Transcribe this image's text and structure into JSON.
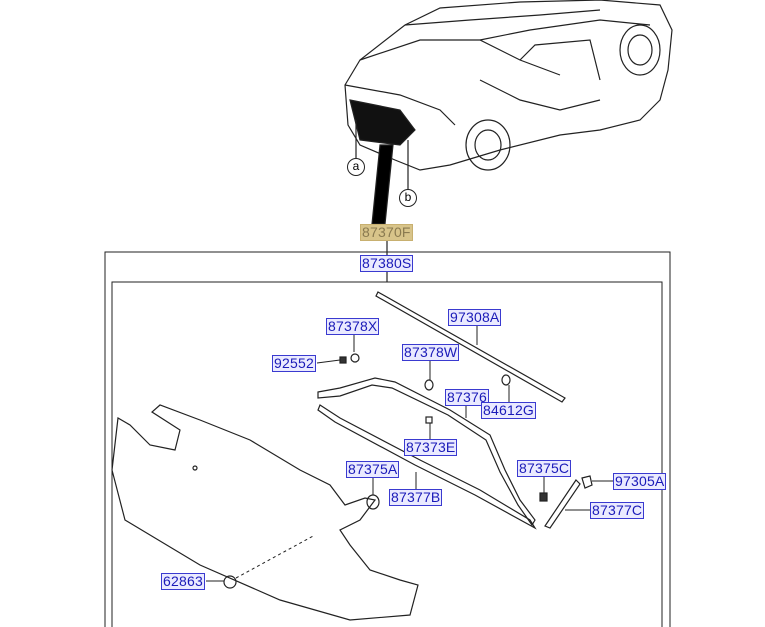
{
  "callouts": {
    "a": "a",
    "b": "b"
  },
  "parts": {
    "assembly": "87370F",
    "garnish_assy": "87380S",
    "p97308A": "97308A",
    "p87378X": "87378X",
    "p92552": "92552",
    "p87378W": "87378W",
    "p87376": "87376",
    "p84612G": "84612G",
    "p87373E": "87373E",
    "p87375A": "87375A",
    "p87375C": "87375C",
    "p97305A": "97305A",
    "p87377B": "87377B",
    "p87377C": "87377C",
    "p62863": "62863"
  },
  "colors": {
    "label_text": "#1a1ab8",
    "label_border": "#3a3ad0",
    "highlight": "#d8c48a"
  }
}
